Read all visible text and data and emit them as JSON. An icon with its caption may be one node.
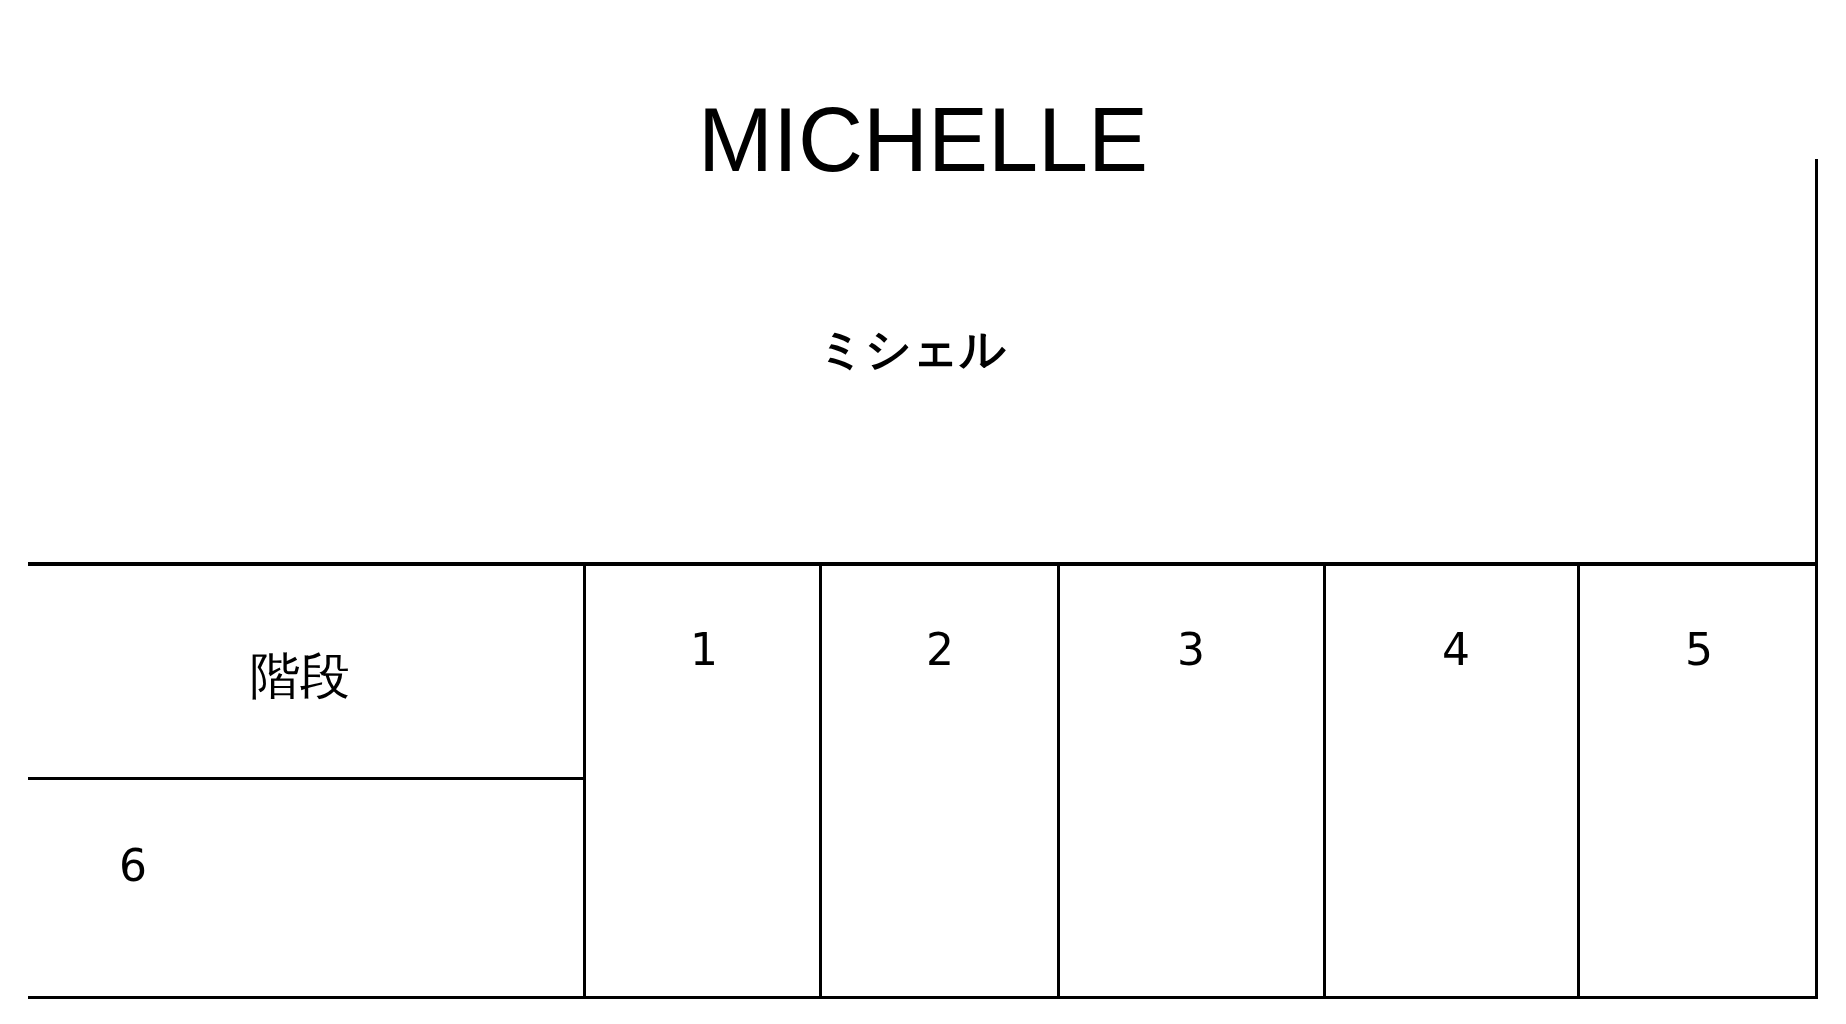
{
  "diagram": {
    "title": "MICHELLE",
    "nodes": [
      {
        "text": [
          "ミシェル"
        ]
      },
      {
        "text": [
          "階段"
        ]
      },
      {
        "text": [
          "1"
        ]
      },
      {
        "text": [
          "2"
        ]
      },
      {
        "text": [
          "3"
        ]
      },
      {
        "text": [
          "4"
        ]
      },
      {
        "text": [
          "5"
        ]
      },
      {
        "text": [
          "6"
        ]
      }
    ],
    "edges": []
  }
}
